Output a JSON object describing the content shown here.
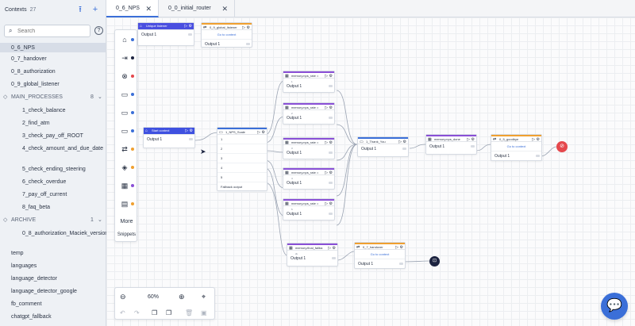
{
  "sidebar": {
    "title": "Contexts",
    "count": "27",
    "search_placeholder": "Search",
    "items": [
      {
        "label": "0_6_NPS",
        "selected": true
      },
      {
        "label": "0_7_handover"
      },
      {
        "label": "0_8_authorization"
      },
      {
        "label": "0_9_global_listener"
      }
    ],
    "groups": [
      {
        "label": "MAIN_PROCESSES",
        "count": "8",
        "items": [
          "1_check_balance",
          "2_find_atm",
          "3_check_pay_off_ROOT",
          "4_check_amount_and_due_date",
          "5_check_ending_steering",
          "6_check_overdue",
          "7_pay_off_current",
          "8_faq_beta"
        ]
      },
      {
        "label": "ARCHIVE",
        "count": "1",
        "items": [
          "0_8_authorization_Maciek_version"
        ]
      }
    ],
    "bottom_items": [
      "temp",
      "languages",
      "language_detector",
      "language_detector_google",
      "fb_comment",
      "chatgpt_fallback"
    ]
  },
  "tabs": [
    {
      "label": "0_6_NPS",
      "active": true
    },
    {
      "label": "0_0_initial_router",
      "active": false
    }
  ],
  "palette": {
    "more_label": "More",
    "snippets_label": "Snippets",
    "dot_colors": [
      "#3b6fd8",
      "#1c2340",
      "#e5484d",
      "#3b6fd8",
      "#3b6fd8",
      "#3b6fd8",
      "#f0a030",
      "#f0a030",
      "#8a4fd6",
      "#f0a030"
    ]
  },
  "nodes": {
    "unique_listener": {
      "title": "Unique listener",
      "output": "Output 1"
    },
    "global_listener": {
      "title": "0_9_global_listener",
      "link": "Go to context",
      "output": "Output 1"
    },
    "start": {
      "title": "Start context",
      "output": "Output 1"
    },
    "nps_scale": {
      "title": "1_NPS_Scale",
      "rows": [
        "1",
        "2",
        "3",
        "4",
        "5"
      ],
      "fallback": "Fallback output"
    },
    "mem1": {
      "title": "memory.nps_rate =",
      "sub": "1",
      "output": "Output 1"
    },
    "mem2": {
      "title": "memory.nps_rate =",
      "sub": "2",
      "output": "Output 1"
    },
    "mem3": {
      "title": "memory.nps_rate =",
      "sub": "3",
      "output": "Output 1"
    },
    "mem4": {
      "title": "memory.nps_rate =",
      "sub": "4",
      "output": "Output 1"
    },
    "mem5": {
      "title": "memory.nps_rate =",
      "sub": "5",
      "output": "Output 1"
    },
    "mem_fallback": {
      "title": "memory.final_fallba",
      "sub": "ck",
      "output": "Output 1"
    },
    "thank_you": {
      "title": "1_Thank_You",
      "output": "Output 1"
    },
    "nps_done": {
      "title": "memory.nps_done",
      "output": "Output 1"
    },
    "goodbye": {
      "title": "0_5_goodbye",
      "link": "Go to context",
      "output": "Output 1"
    },
    "handover": {
      "title": "0_7_handover",
      "link": "Go to context",
      "output": "Output 1"
    }
  },
  "zoom": {
    "level": "60%"
  },
  "colors": {
    "accent": "#3b6fd8",
    "end": "#e5484d",
    "purple": "#8a4fd6",
    "orange": "#f0a030"
  }
}
